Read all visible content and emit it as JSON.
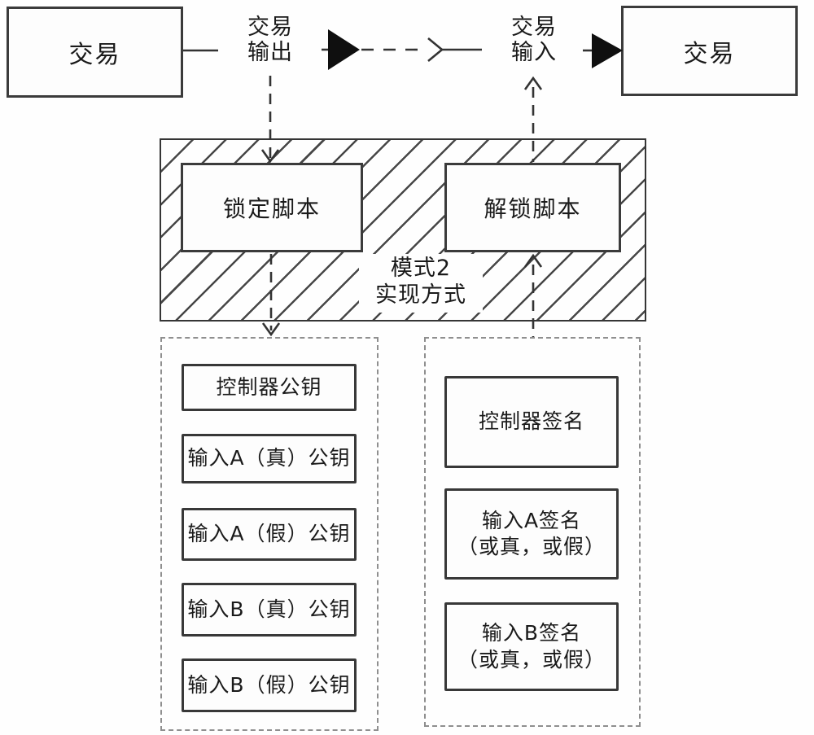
{
  "diagram": {
    "top": {
      "left_box": "交易",
      "right_box": "交易",
      "output_label": {
        "line1": "交易",
        "line2": "输出"
      },
      "input_label": {
        "line1": "交易",
        "line2": "输入"
      }
    },
    "mode_box": {
      "locking_script": "锁定脚本",
      "unlocking_script": "解锁脚本",
      "label": {
        "line1": "模式2",
        "line2": "实现方式"
      }
    },
    "public_keys": [
      "控制器公钥",
      "输入A（真）公钥",
      "输入A（假）公钥",
      "输入B（真）公钥",
      "输入B（假）公钥"
    ],
    "signatures": [
      {
        "line1": "控制器签名",
        "line2": ""
      },
      {
        "line1": "输入A签名",
        "line2": "（或真，或假）"
      },
      {
        "line1": "输入B签名",
        "line2": "（或真，或假）"
      }
    ],
    "colors": {
      "line": "#333333",
      "box_border": "#3b3b3b",
      "hatch": "#474747",
      "container_border": "#8f8f8f",
      "arrow_fill": "#0f0f0f",
      "background": "#fefefe",
      "text": "#1a1a1a"
    }
  }
}
